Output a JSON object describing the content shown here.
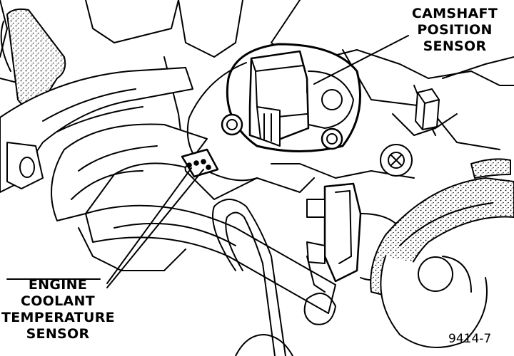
{
  "labels": {
    "camshaft_sensor": [
      "CAMSHAFT",
      "POSITION",
      "SENSOR"
    ],
    "coolant_sensor": [
      "ENGINE",
      "COOLANT",
      "TEMPERATURE",
      "SENSOR"
    ]
  },
  "figure_number": "9414-7",
  "colors": {
    "ink": "#000000",
    "paper": "#ffffff"
  }
}
